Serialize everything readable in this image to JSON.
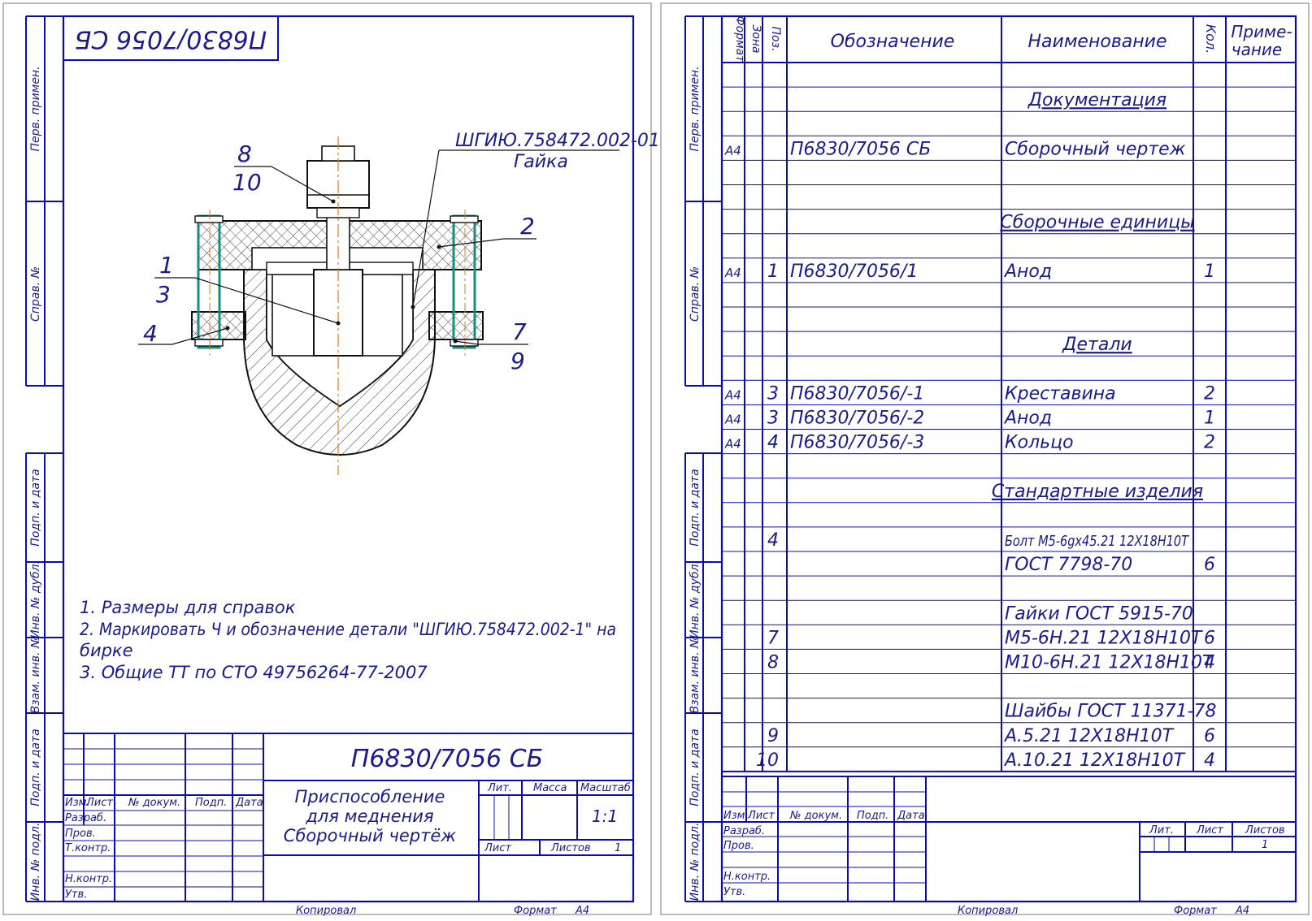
{
  "colors": {
    "frame": "#0b0bb4",
    "text": "#1a1a8c",
    "axis": "#e07a10",
    "teal": "#1a8c7c",
    "hatch": "#333333"
  },
  "side_labels": {
    "perv_primen": "Перв. примен.",
    "sprav_no": "Справ. №",
    "podp_data": "Подп. и дата",
    "inv_dubl": "Инв. № дубл.",
    "vzam_inv": "Взам. инв. №",
    "podp_data2": "Подп. и дата",
    "inv_podl": "Инв. № подл."
  },
  "sheet1": {
    "top_code": "П6830/7056 СБ",
    "leaders": {
      "p8": "8",
      "p10": "10",
      "p2": "2",
      "p1": "1",
      "p3": "3",
      "p4": "4",
      "p7": "7",
      "p9": "9",
      "nut_code": "ШГИЮ.758472.002-01",
      "nut_name": "Гайка"
    },
    "notes": [
      "1. Размеры для справок",
      "2. Маркировать Ч и обозначение детали \"ШГИЮ.758472.002-1\" на",
      "бирке",
      "3. Общие ТТ по СТО 49756264-77-2007"
    ],
    "title_block": {
      "designation": "П6830/7056 СБ",
      "name_lines": [
        "Приспособление",
        "для меднения",
        "Сборочный чертёж"
      ],
      "hdr_izm": "Изм.",
      "hdr_list": "Лист",
      "hdr_doc": "№ докум.",
      "hdr_podp": "Подп.",
      "hdr_data": "Дата",
      "razrab": "Разраб.",
      "prov": "Пров.",
      "tkontr": "Т.контр.",
      "nkontr": "Н.контр.",
      "utv": "Утв.",
      "lit": "Лит.",
      "massa": "Масса",
      "masshtab": "Масштаб",
      "scale": "1:1",
      "list": "Лист",
      "listov": "Листов",
      "listov_val": "1"
    },
    "copied": "Копировал",
    "format": "Формат",
    "format_val": "А4"
  },
  "sheet2": {
    "headers": {
      "format": "Формат",
      "zona": "Зона",
      "poz": "Поз.",
      "oboz": "Обозначение",
      "naim": "Наименование",
      "kol": "Кол.",
      "prim1": "Приме-",
      "prim2": "чание"
    },
    "rows": [
      {
        "f": "",
        "p": "",
        "o": "",
        "n": "",
        "k": "",
        "h": false
      },
      {
        "f": "",
        "p": "",
        "o": "",
        "n": "Документация",
        "k": "",
        "h": true
      },
      {
        "f": "",
        "p": "",
        "o": "",
        "n": "",
        "k": "",
        "h": false
      },
      {
        "f": "А4",
        "p": "",
        "o": "П6830/7056 СБ",
        "n": "Сборочный чертеж",
        "k": "",
        "h": false
      },
      {
        "f": "",
        "p": "",
        "o": "",
        "n": "",
        "k": "",
        "h": false
      },
      {
        "f": "",
        "p": "",
        "o": "",
        "n": "",
        "k": "",
        "h": false
      },
      {
        "f": "",
        "p": "",
        "o": "",
        "n": "Сборочные единицы",
        "k": "",
        "h": true
      },
      {
        "f": "",
        "p": "",
        "o": "",
        "n": "",
        "k": "",
        "h": false
      },
      {
        "f": "А4",
        "p": "1",
        "o": "П6830/7056/1",
        "n": "Анод",
        "k": "1",
        "h": false
      },
      {
        "f": "",
        "p": "",
        "o": "",
        "n": "",
        "k": "",
        "h": false
      },
      {
        "f": "",
        "p": "",
        "o": "",
        "n": "",
        "k": "",
        "h": false
      },
      {
        "f": "",
        "p": "",
        "o": "",
        "n": "Детали",
        "k": "",
        "h": true
      },
      {
        "f": "",
        "p": "",
        "o": "",
        "n": "",
        "k": "",
        "h": false
      },
      {
        "f": "А4",
        "p": "3",
        "o": "П6830/7056/-1",
        "n": "Креставина",
        "k": "2",
        "h": false
      },
      {
        "f": "А4",
        "p": "3",
        "o": "П6830/7056/-2",
        "n": "Анод",
        "k": "1",
        "h": false
      },
      {
        "f": "А4",
        "p": "4",
        "o": "П6830/7056/-3",
        "n": "Кольцо",
        "k": "2",
        "h": false
      },
      {
        "f": "",
        "p": "",
        "o": "",
        "n": "",
        "k": "",
        "h": false
      },
      {
        "f": "",
        "p": "",
        "o": "",
        "n": "Стандартные изделия",
        "k": "",
        "h": true
      },
      {
        "f": "",
        "p": "",
        "o": "",
        "n": "",
        "k": "",
        "h": false
      },
      {
        "f": "",
        "p": "4",
        "o": "",
        "n": "Болт М5-6gx45.21 12Х18Н10Т",
        "k": "",
        "h": false,
        "small": true
      },
      {
        "f": "",
        "p": "",
        "o": "",
        "n": "ГОСТ 7798-70",
        "k": "6",
        "h": false
      },
      {
        "f": "",
        "p": "",
        "o": "",
        "n": "",
        "k": "",
        "h": false
      },
      {
        "f": "",
        "p": "",
        "o": "",
        "n": "Гайки ГОСТ 5915-70",
        "k": "",
        "h": false
      },
      {
        "f": "",
        "p": "7",
        "o": "",
        "n": "М5-6Н.21 12Х18Н10Т",
        "k": "6",
        "h": false
      },
      {
        "f": "",
        "p": "8",
        "o": "",
        "n": "М10-6Н.21 12Х18Н10Т",
        "k": "4",
        "h": false
      },
      {
        "f": "",
        "p": "",
        "o": "",
        "n": "",
        "k": "",
        "h": false
      },
      {
        "f": "",
        "p": "",
        "o": "",
        "n": "Шайбы ГОСТ 11371-78",
        "k": "",
        "h": false
      },
      {
        "f": "",
        "p": "9",
        "o": "",
        "n": "А.5.21 12Х18Н10Т",
        "k": "6",
        "h": false
      },
      {
        "f": "",
        "p": "10",
        "o": "",
        "n": "А.10.21 12Х18Н10Т",
        "k": "4",
        "h": false
      }
    ],
    "title_block": {
      "hdr_izm": "Изм.",
      "hdr_list": "Лист",
      "hdr_doc": "№ докум.",
      "hdr_podp": "Подп.",
      "hdr_data": "Дата",
      "razrab": "Разраб.",
      "prov": "Пров.",
      "nkontr": "Н.контр.",
      "utv": "Утв.",
      "lit": "Лит.",
      "list": "Лист",
      "listov": "Листов",
      "listov_val": "1"
    },
    "copied": "Копировал",
    "format": "Формат",
    "format_val": "А4"
  }
}
